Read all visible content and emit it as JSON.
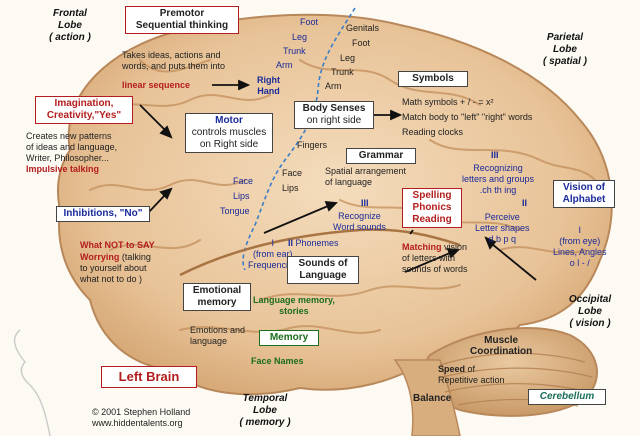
{
  "lobes": {
    "frontal": "Frontal\nLobe\n( action )",
    "parietal": "Parietal\nLobe\n( spatial )",
    "occipital": "Occipital\nLobe\n( vision )",
    "temporal": "Temporal\nLobe\n( memory )"
  },
  "boxes": {
    "premotor": "Premotor\nSequential thinking",
    "imagination": "Imagination,\nCreativity,\"Yes\"",
    "inhibitions": "Inhibitions, \"No\"",
    "motor_title": "Motor",
    "motor_desc": "controls muscles\non Right side",
    "body_senses_title": "Body Senses",
    "body_senses_desc": "on right side",
    "symbols": "Symbols",
    "grammar": "Grammar",
    "spelling": "Spelling\nPhonics\nReading",
    "vision_alphabet": "Vision of\nAlphabet",
    "sounds_language": "Sounds of\nLanguage",
    "emotional_memory": "Emotional\nmemory",
    "memory": "Memory",
    "left_brain": "Left Brain",
    "cerebellum": "Cerebellum"
  },
  "labels": {
    "premotor_desc": "Takes ideas, actions and\nwords, and puts them into",
    "linear_sequence": "linear sequence",
    "right_hand": "Right\nHand",
    "foot_motor": "Foot",
    "leg_motor": "Leg",
    "trunk_motor": "Trunk",
    "arm_motor": "Arm",
    "genitals": "Genitals",
    "foot_sensory": "Foot",
    "leg_sensory": "Leg",
    "trunk_sensory": "Trunk",
    "arm_sensory": "Arm",
    "creates_patterns": "Creates new patterns\nof ideas and language,\nWriter, Philosopher...",
    "impulsive": "Impulsive talking",
    "what_not_title": "What NOT to SAY",
    "worrying": "Worrying",
    "worrying_desc": " (talking\nto yourself about\nwhat not to do )",
    "fingers": "Fingers",
    "face_motor": "Face",
    "lips_motor": "Lips",
    "tongue_motor": "Tongue",
    "face_sensory": "Face",
    "lips_sensory": "Lips",
    "math_symbols": "Math symbols  + / - = x²",
    "match_body": "Match body to \"left\" \"right\" words",
    "reading_clocks": "Reading clocks",
    "spatial_arrangement": "Spatial arrangement\nof language",
    "iii_recognize": "III",
    "recognize_word": "Recognize\nWord sounds",
    "ii_phonemes": "II",
    "phonemes": " Phonemes",
    "i_from_ear": "I\n(from ear)\nFrequencies",
    "iii_letters": "III",
    "recognizing_letters": "Recognizing\nletters and groups\n.ch  th  ing",
    "ii_perceive": "II",
    "perceive": "Perceive\nLetter shapes\nd b  p q",
    "i_from_eye": "I\n(from eye)\nLines, Angles\no l - /",
    "matching": "Matching",
    "matching_desc": " vision\nof letters with\nsounds of words",
    "language_memory": "Language memory,\nstories",
    "emotions_language": "Emotions and\nlanguage",
    "face_names": "Face Names",
    "muscle_coordination": "Muscle\nCoordination",
    "speed": "Speed",
    "speed_desc": " of\nRepetitive action",
    "balance": "Balance",
    "copyright": "© 2001 Stephen Holland\nwww.hiddentalents.org"
  },
  "colors": {
    "box_red": "#b31d1d",
    "text_blue": "#1a2a9a",
    "text_green": "#1b6d1b",
    "brain_fill": "#eac9a0",
    "brain_dark": "#c99a68"
  }
}
